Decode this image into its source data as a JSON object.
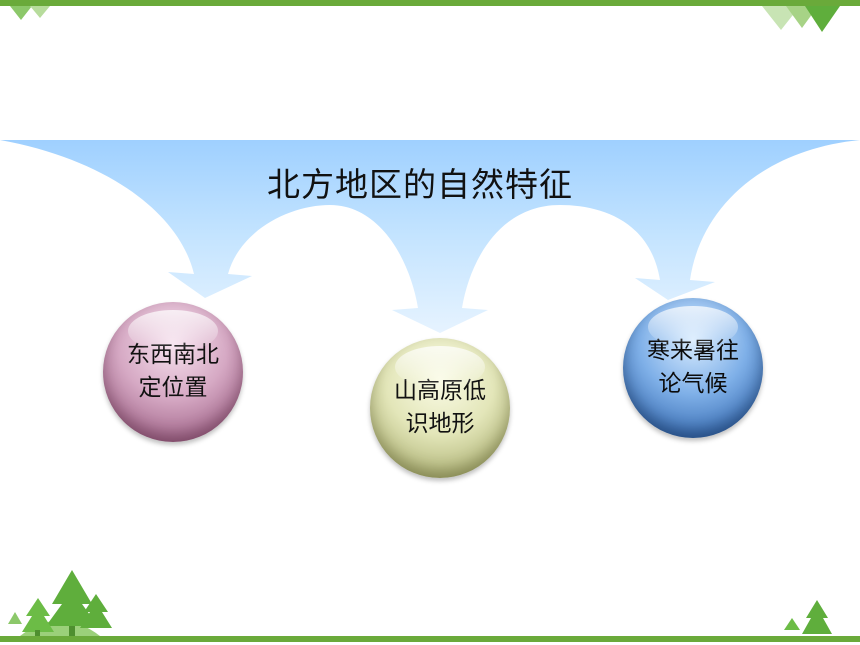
{
  "slide": {
    "title": "北方地区的自然特征",
    "nodes": [
      {
        "line1": "东西南北",
        "line2": "定位置",
        "color": "#c08aae"
      },
      {
        "line1": "山高原低",
        "line2": "识地形",
        "color": "#d4d7a0"
      },
      {
        "line1": "寒来暑往",
        "line2": "论气候",
        "color": "#5a8fd0"
      }
    ]
  },
  "theme": {
    "bar_color": "#6aaa3a",
    "arrow_color": "#bfe0ff",
    "tree_color": "#5fae3c"
  }
}
